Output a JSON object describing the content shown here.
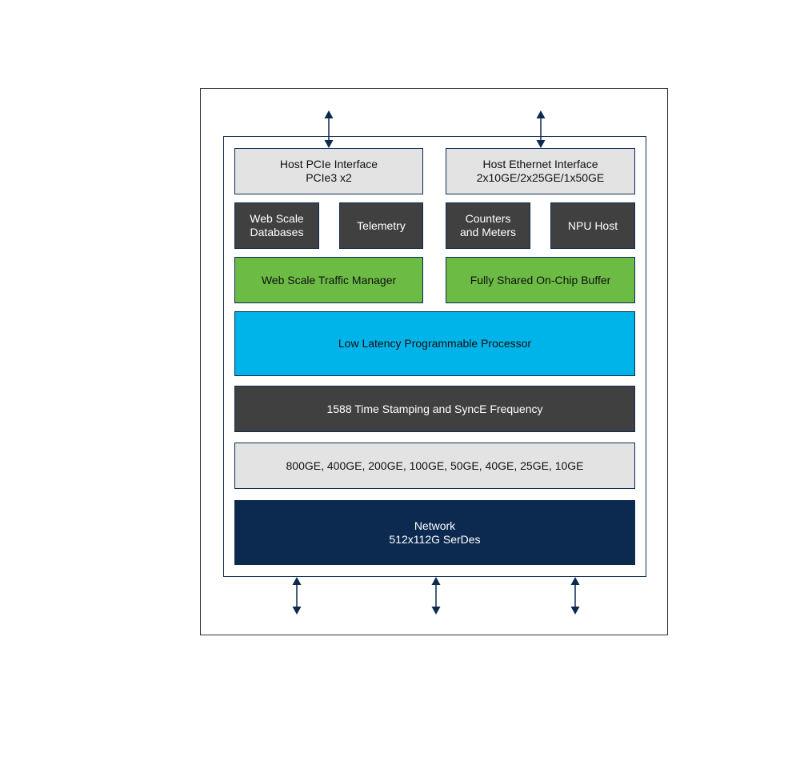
{
  "colors": {
    "navy": "#0c2a50",
    "light_gray": "#e3e3e3",
    "dark_gray": "#404040",
    "green": "#6cbb45",
    "cyan": "#00b3e8"
  },
  "host_pcie": {
    "line1": "Host PCIe Interface",
    "line2": "PCIe3 x2"
  },
  "host_ethernet": {
    "line1": "Host Ethernet Interface",
    "line2": "2x10GE/2x25GE/1x50GE"
  },
  "web_scale_databases": {
    "line1": "Web Scale",
    "line2": "Databases"
  },
  "telemetry": {
    "label": "Telemetry"
  },
  "counters_meters": {
    "line1": "Counters",
    "line2": "and Meters"
  },
  "npu_host": {
    "label": "NPU Host"
  },
  "traffic_manager": {
    "label": "Web Scale Traffic Manager"
  },
  "shared_buffer": {
    "label": "Fully Shared On-Chip Buffer"
  },
  "processor": {
    "label": "Low Latency Programmable Processor"
  },
  "timestamping": {
    "label": "1588 Time Stamping and SyncE Frequency"
  },
  "port_speeds": {
    "label": "800GE, 400GE, 200GE, 100GE, 50GE, 40GE, 25GE, 10GE"
  },
  "network": {
    "line1": "Network",
    "line2": "512x112G SerDes"
  }
}
